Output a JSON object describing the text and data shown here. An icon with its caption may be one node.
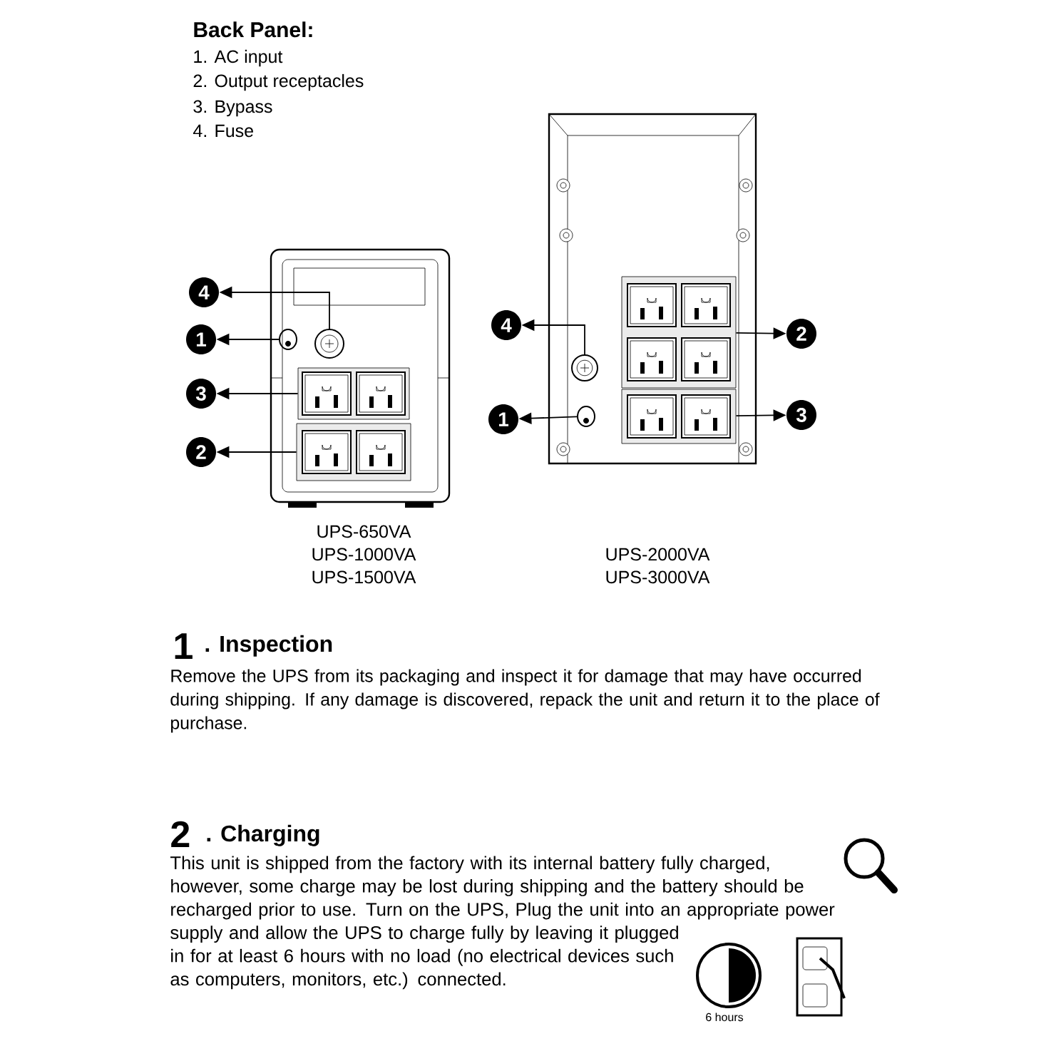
{
  "diagram": {
    "title": "Back Panel:",
    "nodes": [
      {
        "text": [
          "4"
        ]
      },
      {
        "text": [
          "1"
        ]
      },
      {
        "text": [
          "3"
        ]
      },
      {
        "text": [
          "2"
        ]
      },
      {
        "text": [],
        "shape": "circle"
      },
      {
        "text": [],
        "shape": "circle"
      },
      {
        "text": [],
        "shape": "box"
      },
      {
        "text": [],
        "shape": "box"
      },
      {
        "text": [
          "4"
        ]
      },
      {
        "text": [
          "1"
        ]
      },
      {
        "text": [
          "2"
        ]
      },
      {
        "text": [
          "3"
        ]
      },
      {
        "text": [],
        "shape": "circle"
      },
      {
        "text": [],
        "shape": "circle"
      },
      {
        "text": [],
        "shape": "box"
      },
      {
        "text": [],
        "shape": "box"
      }
    ],
    "edges": [
      {
        "from": 4,
        "to": 0,
        "arrow": "to"
      },
      {
        "from": 5,
        "to": 1,
        "arrow": "to"
      },
      {
        "from": 6,
        "to": 2,
        "arrow": "to"
      },
      {
        "from": 7,
        "to": 3,
        "arrow": "to"
      },
      {
        "from": 12,
        "to": 8,
        "arrow": "to"
      },
      {
        "from": 13,
        "to": 9,
        "arrow": "to"
      },
      {
        "from": 14,
        "to": 10,
        "arrow": "to"
      },
      {
        "from": 15,
        "to": 11,
        "arrow": "to"
      }
    ],
    "labels": [
      "1. AC input",
      "2. Output receptacles",
      "3. Bypass",
      "4. Fuse",
      "UPS-650VA",
      "UPS-1000VA",
      "UPS-1500VA",
      "UPS-2000VA",
      "UPS-3000VA",
      "1",
      ". Inspection",
      "Remove the UPS from its packaging and inspect it for damage that may have occurred during shipping. If any damage is discovered, repack the unit and return it to the place of purchase.",
      "2",
      ". Charging",
      "This unit is shipped from the factory with its internal battery fully charged, however, some charge may be lost during shipping and the battery should be recharged prior to use. Turn on the UPS, Plug the unit into an appropriate power supply and allow the UPS to charge fully by leaving it plugged in for at least 6 hours with no load (no electrical devices such as computers, monitors, etc.) connected.",
      "6 hours"
    ]
  }
}
